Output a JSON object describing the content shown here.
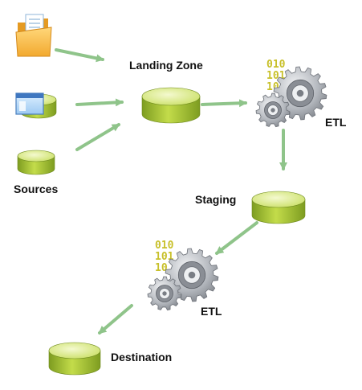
{
  "labels": {
    "sources": "Sources",
    "landing_zone": "Landing Zone",
    "etl_top": "ETL",
    "staging": "Staging",
    "etl_bottom": "ETL",
    "destination": "Destination"
  },
  "binary_glyphs": {
    "top": [
      "010",
      "101",
      "10"
    ],
    "bottom": [
      "010",
      "101",
      "10"
    ]
  },
  "colors": {
    "arrow": "#8fc48a",
    "db_top": "#e9f3a9",
    "db_side": "#a9c53a",
    "db_edge": "#6f8a1f",
    "gear": "#9a9ea4",
    "binary": "#c8c02a"
  },
  "icons": [
    "folder-icon",
    "window-icon",
    "database-icon",
    "gears-icon",
    "binary-icon",
    "arrow-icon"
  ]
}
